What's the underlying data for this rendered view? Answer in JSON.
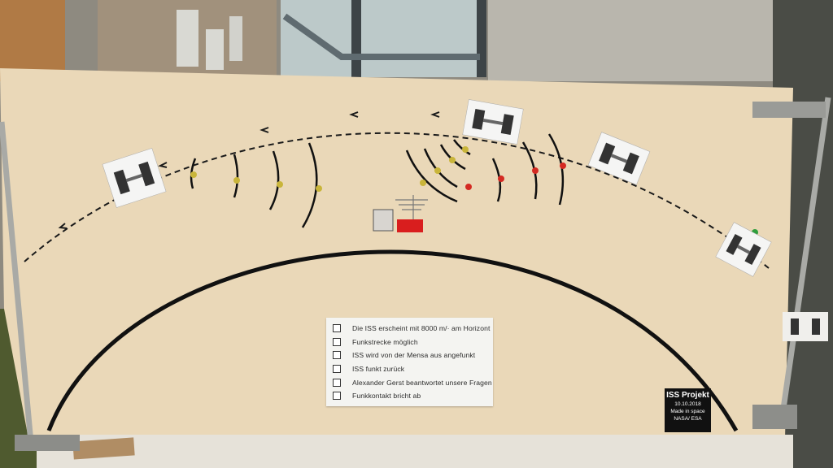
{
  "checklist": {
    "items": [
      {
        "label": "Die ISS erscheint mit 8000  m/·  am Horizont"
      },
      {
        "label": "Funkstrecke möglich"
      },
      {
        "label": "ISS wird von der Mensa aus angefunkt"
      },
      {
        "label": "ISS funkt zurück"
      },
      {
        "label": "Alexander Gerst beantwortet unsere Fragen"
      },
      {
        "label": "Funkkontakt bricht ab"
      }
    ]
  },
  "project_label": {
    "title": "ISS Projekt",
    "date": "10.10.2018",
    "line1": "Made in space",
    "line2": "NASA/ ESA"
  },
  "colors": {
    "board": "#ead8b8",
    "earth_arc": "#111111",
    "orbit_line": "#1a1a1a",
    "pin_yellow": "#c9b53a",
    "pin_red": "#d42a22",
    "base_red": "#d91e1e"
  },
  "icons": [
    "iss-satellite-icon",
    "building-icon",
    "antenna-icon"
  ]
}
